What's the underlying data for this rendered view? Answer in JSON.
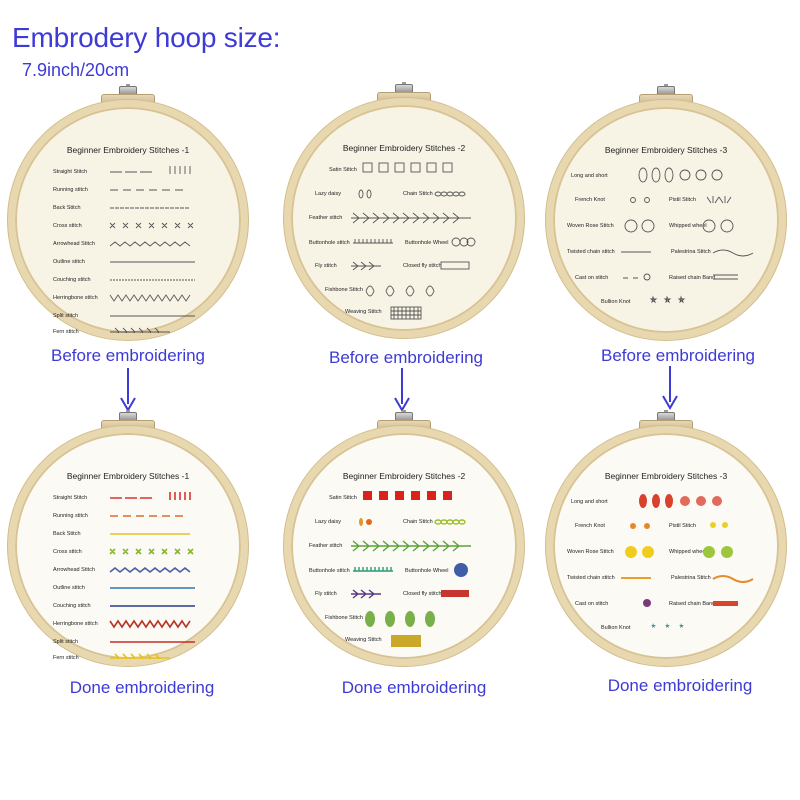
{
  "header": {
    "title": "Embrodery hoop size:",
    "subtitle": "7.9inch/20cm"
  },
  "captions": {
    "before": "Before embroidering",
    "done": "Done embroidering"
  },
  "hoops": [
    {
      "title": "Beginner Embroidery Stitches -1",
      "stitches": [
        "Straight Stitch",
        "Running stitch",
        "Back Stitch",
        "Cross stitch",
        "Arrowhead Stitch",
        "Outline stitch",
        "Couching stitch",
        "Herringbone stitch",
        "Split stitch",
        "Fern stitch"
      ]
    },
    {
      "title": "Beginner Embroidery Stitches -2",
      "stitches_left": [
        "Satin Stitch",
        "Lazy daisy",
        "Feather stitch",
        "Buttonhole stitch",
        "Fly stitch",
        "Fishbone Stitch",
        "Weaving Stitch"
      ],
      "stitches_right": [
        "Chain Stitch",
        "Buttonhole Wheel",
        "Closed fly stitch"
      ]
    },
    {
      "title": "Beginner Embroidery Stitches -3",
      "stitches_left": [
        "Long and short",
        "French Knot",
        "Woven Rose Stitch",
        "Twisted chain stitch",
        "Cast on stitch",
        "Bullion Knot"
      ],
      "stitches_right": [
        "Pistil Stitch",
        "Whipped wheel",
        "Palestrina Stitch",
        "Raised chain Band"
      ]
    }
  ],
  "colors": {
    "text_blue": "#3e3ad6",
    "hoop_wood": "#e8d8b0",
    "fabric": "#f7f4e6"
  }
}
